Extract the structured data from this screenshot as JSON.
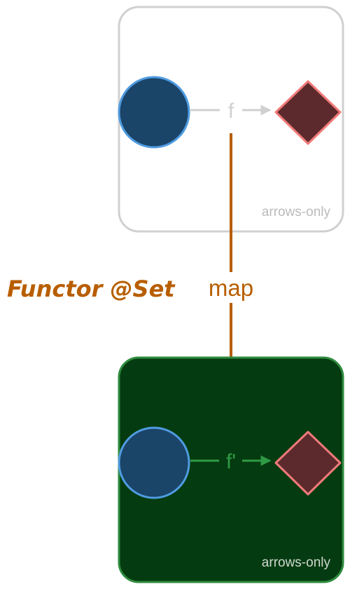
{
  "colors": {
    "top_frame_stroke": "#d0d0d0",
    "top_frame_fill": "#ffffff",
    "top_arrow": "#d0d0d0",
    "top_caption": "#bbbbbb",
    "bottom_frame_stroke": "#2e8b3e",
    "bottom_frame_fill": "#053b10",
    "bottom_arrow": "#2f9a45",
    "bottom_caption": "#cfd8d0",
    "object_fill": "#1a4468",
    "object_stroke": "#4f9be0",
    "target_fill": "#5c2a2c",
    "target_stroke": "#f07a7a",
    "map_color": "#b85e00"
  },
  "top_category": {
    "caption": "arrows-only",
    "morphism_label": "f",
    "source_icon": "circle-object",
    "target_icon": "diamond-object"
  },
  "bottom_category": {
    "caption": "arrows-only",
    "morphism_label": "f'",
    "source_icon": "circle-object",
    "target_icon": "diamond-object"
  },
  "functor": {
    "name": "Functor @Set",
    "action_label": "map"
  }
}
